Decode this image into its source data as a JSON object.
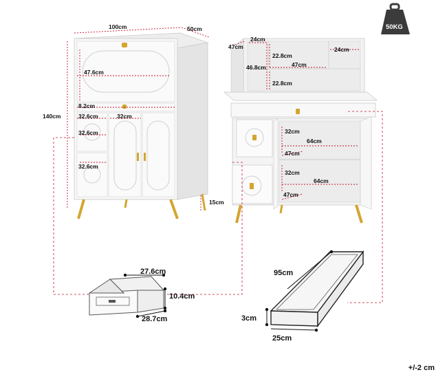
{
  "weight_badge": {
    "label": "50KG",
    "color": "#3b3b3b"
  },
  "colors": {
    "dimension": "#c8102e",
    "gold": "#d4a530",
    "cabinet": "#f7f7f7",
    "edge": "#c9c9c9"
  },
  "front_view": {
    "width": "100cm",
    "depth": "50cm",
    "height": "140cm",
    "flap_height": "47.6cm",
    "drawer_band": "8.2cm",
    "drawer_width": "32.6cm",
    "door_width": "32cm",
    "drawer_h1": "32.6cm",
    "drawer_h2": "32.6cm",
    "leg_height": "15cm"
  },
  "open_view": {
    "side_depth": "47cm",
    "top_width": "24cm",
    "top_width_right": "24cm",
    "upper_shelf": "22.8cm",
    "inner_height": "46.8cm",
    "inner_width": "47cm",
    "lower_shelf": "22.8cm",
    "cab_h1": "32cm",
    "cab_w1": "64cm",
    "cab_d1": "47cm",
    "cab_h2": "32cm",
    "cab_w2": "64cm",
    "cab_d2": "47cm"
  },
  "drawer_detail": {
    "width": "27.6cm",
    "height": "10.4cm",
    "depth": "28.7cm"
  },
  "tray_detail": {
    "length": "95cm",
    "height": "3cm",
    "width": "25cm"
  },
  "tolerance": "+/-2 cm"
}
